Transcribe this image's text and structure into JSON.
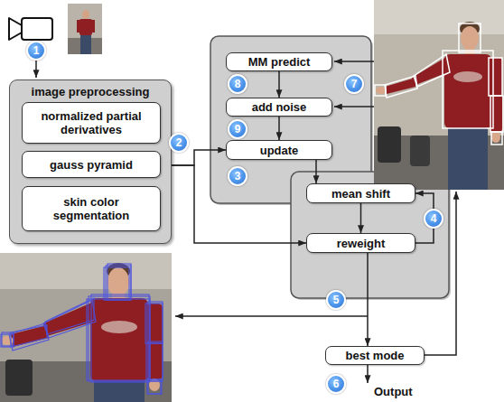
{
  "diagram": {
    "nodes": [
      {
        "text": [
          "image preprocessing"
        ]
      },
      {
        "text": [
          "normalized partial derivatives"
        ],
        "in": 0
      },
      {
        "text": [
          "gauss pyramid"
        ],
        "in": 0
      },
      {
        "text": [
          "skin color segmentation"
        ],
        "in": 0
      },
      {
        "text": [
          "MM predict"
        ]
      },
      {
        "text": [
          "add noise"
        ]
      },
      {
        "text": [
          "update"
        ]
      },
      {
        "text": [
          "mean shift"
        ]
      },
      {
        "text": [
          "reweight"
        ]
      },
      {
        "text": [
          "best mode"
        ]
      }
    ],
    "edges": [
      {
        "from": 4,
        "to": 5,
        "arrow": "to"
      },
      {
        "from": 5,
        "to": 6,
        "arrow": "to"
      },
      {
        "from": 0,
        "to": 6,
        "arrow": "to"
      },
      {
        "from": 0,
        "to": 8,
        "arrow": "to"
      },
      {
        "from": 6,
        "to": 7,
        "arrow": "to"
      },
      {
        "from": 7,
        "to": 8,
        "arrow": "to"
      },
      {
        "from": 8,
        "to": 7,
        "arrow": "to"
      },
      {
        "from": 8,
        "to": 9,
        "arrow": "to"
      }
    ],
    "labels": [
      "1",
      "2",
      "3",
      "4",
      "5",
      "6",
      "7",
      "8",
      "9",
      "Output"
    ]
  }
}
